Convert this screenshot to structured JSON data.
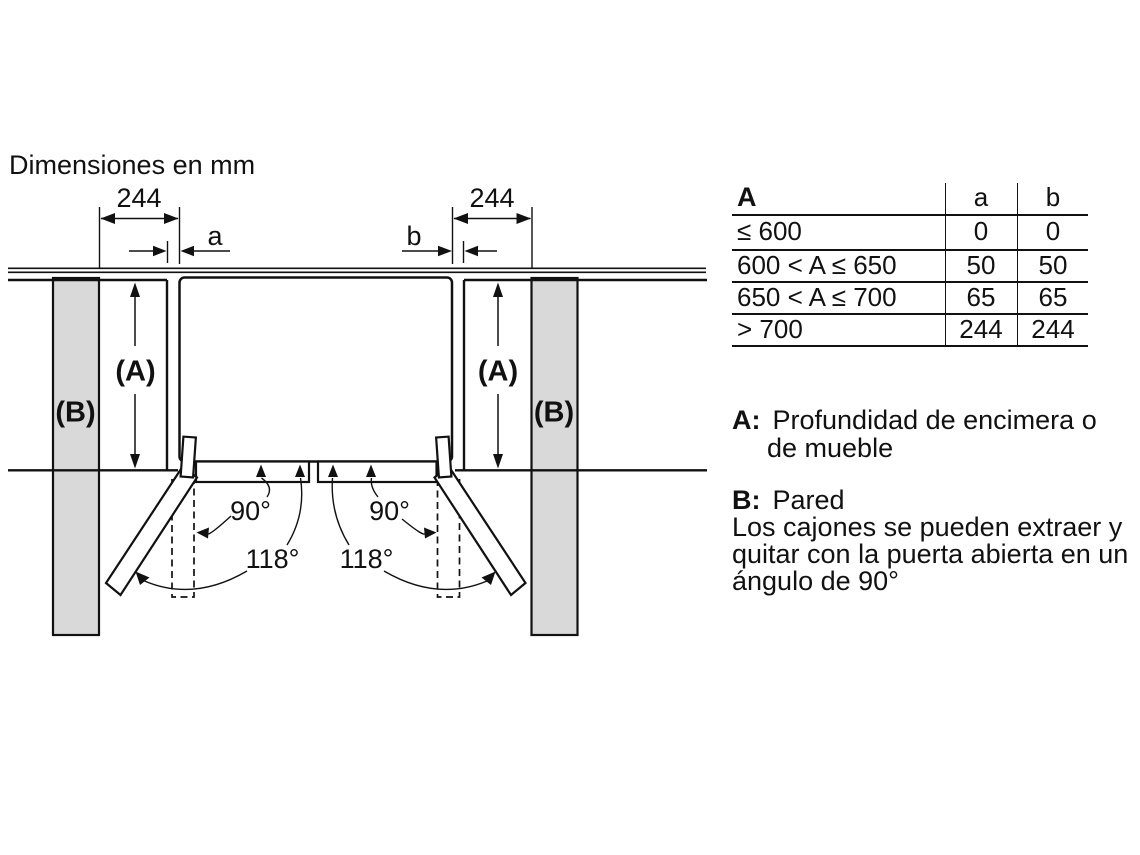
{
  "title": "Dimensiones en mm",
  "diagram": {
    "dim_left": "244",
    "dim_right": "244",
    "gap_a": "a",
    "gap_b": "b",
    "depth_label": "(A)",
    "wall_label": "(B)",
    "angle_90": "90°",
    "angle_118": "118°"
  },
  "table": {
    "header": {
      "col1": "A",
      "col2": "a",
      "col3": "b"
    },
    "rows": [
      {
        "range": "≤ 600",
        "a": "0",
        "b": "0"
      },
      {
        "range": "600 < A ≤ 650",
        "a": "50",
        "b": "50"
      },
      {
        "range": "650 < A ≤ 700",
        "a": "65",
        "b": "65"
      },
      {
        "range": "> 700",
        "a": "244",
        "b": "244"
      }
    ]
  },
  "legend": {
    "a_key": "A:",
    "a_text_line1": "Profundidad de encimera o",
    "a_text_line2": "de mueble",
    "b_key": "B:",
    "b_text": "Pared",
    "note_line1": "Los cajones se pueden extraer y",
    "note_line2": "quitar con la puerta abierta en un",
    "note_line3": "ángulo de 90°"
  },
  "colors": {
    "ink": "#111111",
    "wall_fill": "#d9d9d9",
    "background": "#ffffff"
  }
}
